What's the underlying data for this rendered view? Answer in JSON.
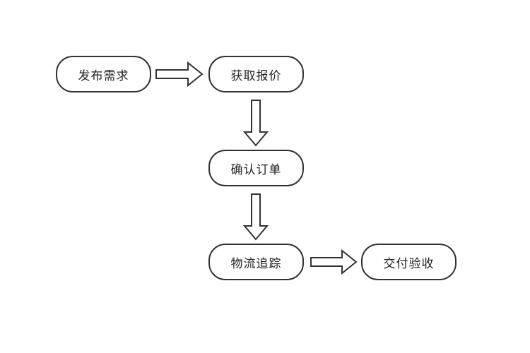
{
  "nodes": {
    "publish": "发布需求",
    "quote": "获取报价",
    "confirm": "确认订单",
    "track": "物流追踪",
    "deliver": "交付验收"
  },
  "edges": [
    {
      "from": "publish",
      "to": "quote"
    },
    {
      "from": "quote",
      "to": "confirm"
    },
    {
      "from": "confirm",
      "to": "track"
    },
    {
      "from": "track",
      "to": "deliver"
    }
  ],
  "colors": {
    "stroke": "#333333",
    "fill": "#ffffff",
    "text": "#222222"
  }
}
